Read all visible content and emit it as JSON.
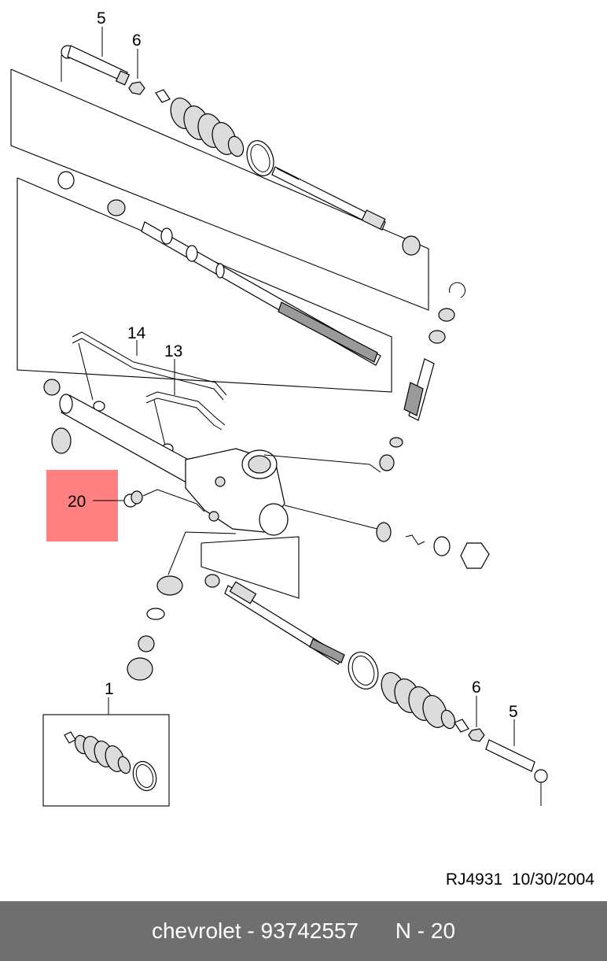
{
  "diagram": {
    "callouts": {
      "tie_rod_end_top": "5",
      "lock_nut_top": "6",
      "pipe_long": "14",
      "pipe_short": "13",
      "highlighted_part": "20",
      "boot_kit": "1",
      "lock_nut_bottom": "6",
      "tie_rod_end_bottom": "5"
    },
    "highlight_color": "#ff8080"
  },
  "reference": {
    "code": "RJ4931",
    "date": "10/30/2004"
  },
  "footer": {
    "brand": "chevrolet",
    "separator": " - ",
    "part_number": "93742557",
    "position": "N - 20",
    "background": "#6f6f6f"
  }
}
